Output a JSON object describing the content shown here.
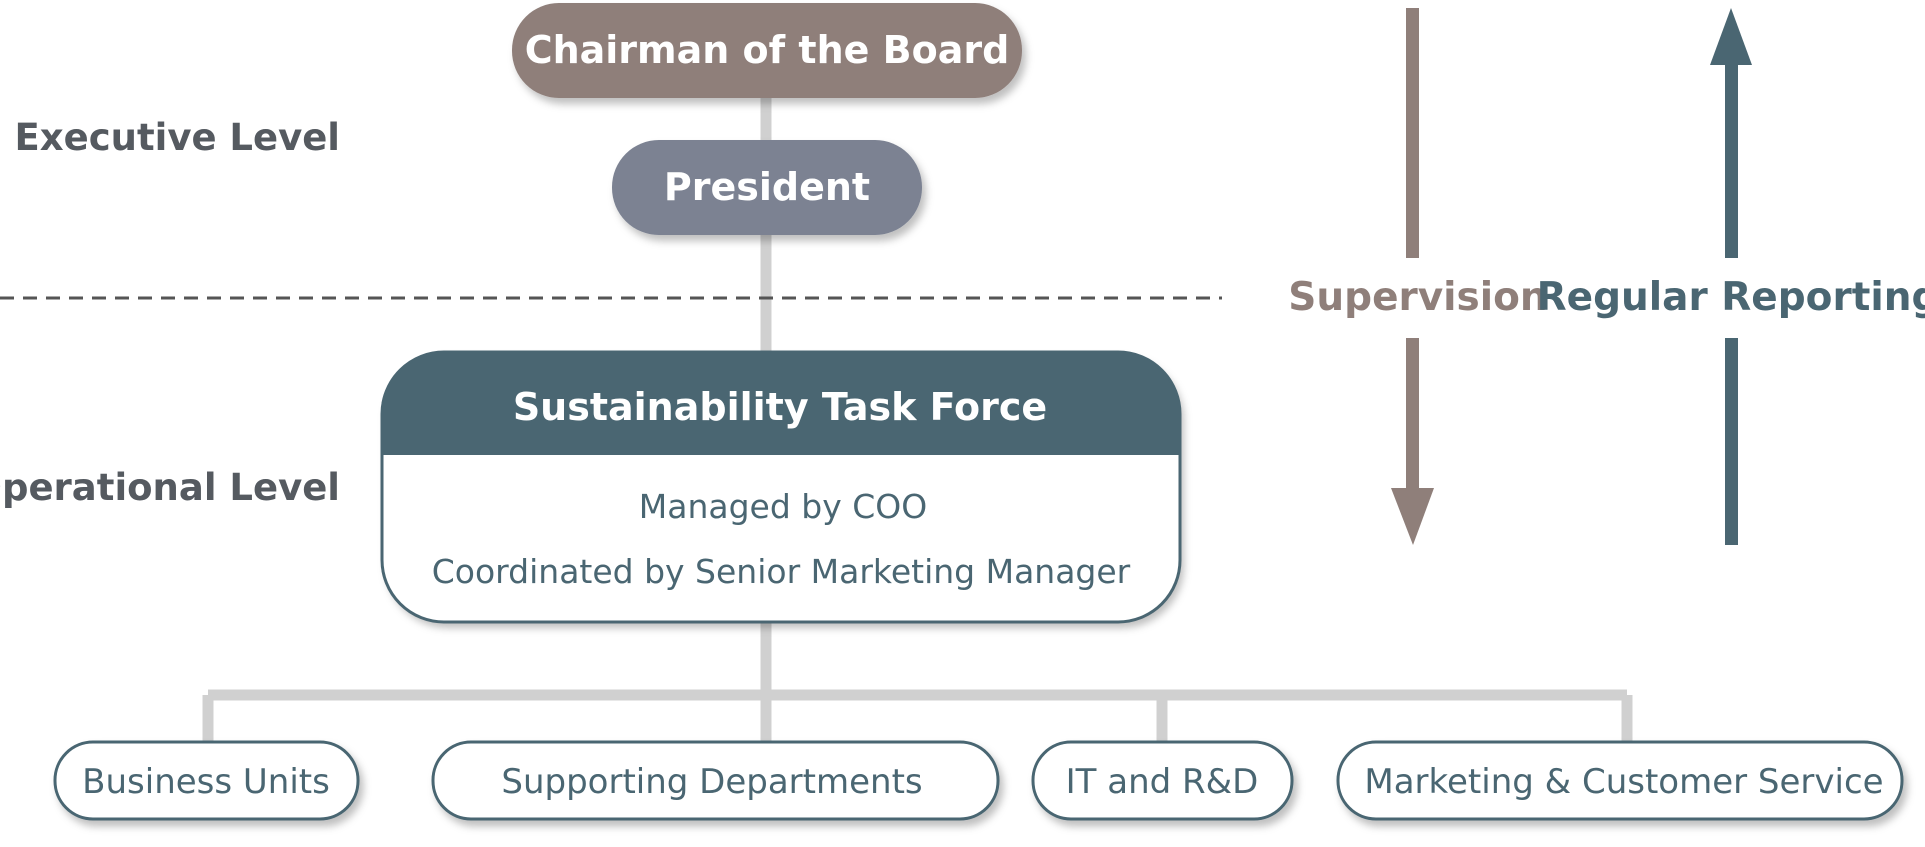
{
  "levels": {
    "executive": "Executive Level",
    "operational": "Operational Level"
  },
  "nodes": {
    "chairman": "Chairman of the Board",
    "president": "President"
  },
  "task_force": {
    "title": "Sustainability Task Force",
    "lines": [
      "Managed by COO",
      "Coordinated by Senior Marketing Manager"
    ]
  },
  "units": [
    "Business Units",
    "Supporting Departments",
    "IT and R&D",
    "Marketing & Customer Service"
  ],
  "flows": {
    "supervision": {
      "label": "Supervision",
      "direction": "down"
    },
    "reporting": {
      "label": "Regular Reporting",
      "direction": "up"
    }
  },
  "colors": {
    "chairman": "#8f7f7a",
    "president": "#7b8292",
    "task_header": "#4a6672",
    "outline": "#4a6672",
    "connector": "#d0d0d0",
    "supervision": "#8f7f7a",
    "reporting": "#4a6672",
    "divider": "#555555"
  }
}
